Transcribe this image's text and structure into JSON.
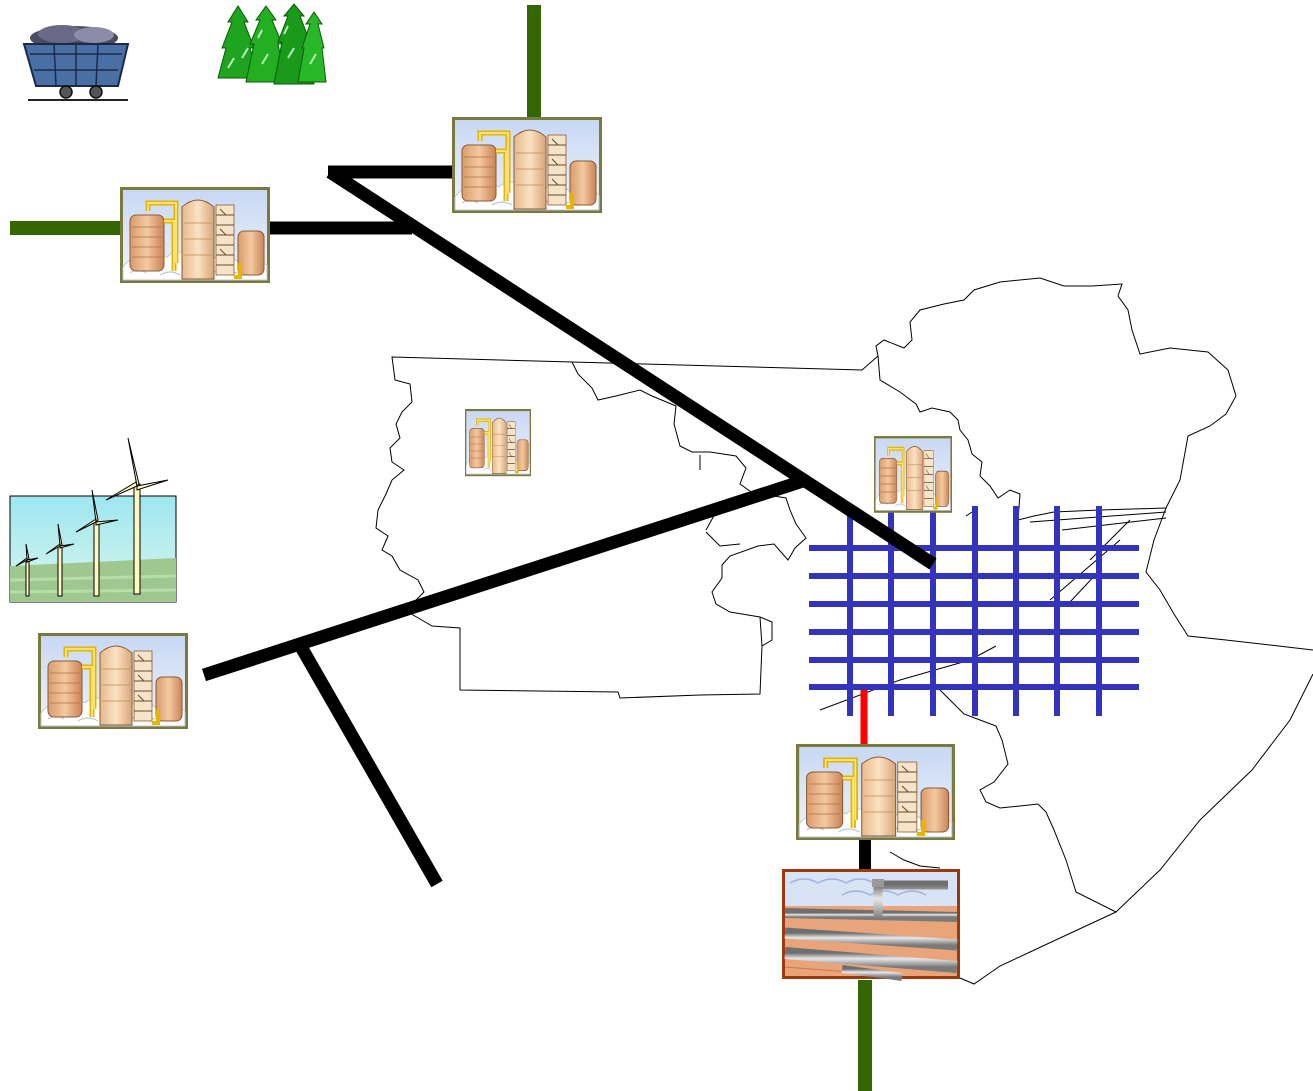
{
  "diagram": {
    "colors": {
      "transmission_line": "#000000",
      "fuel_feed": "#336600",
      "city_grid": "#3333bb",
      "grid_link": "#ff0000",
      "region_border": "#000000",
      "plant_frame": "#7a7a3c",
      "pipeline_frame": "#9a3a10"
    },
    "icons": {
      "coal": "coal-cart-icon",
      "biomass": "forest-icon",
      "wind": "wind-farm-icon",
      "plant": "power-plant-icon",
      "pipeline": "pipeline-icon"
    },
    "counts": {
      "power_plants": 6,
      "city_grid_rows": 6,
      "city_grid_columns": 7
    }
  }
}
